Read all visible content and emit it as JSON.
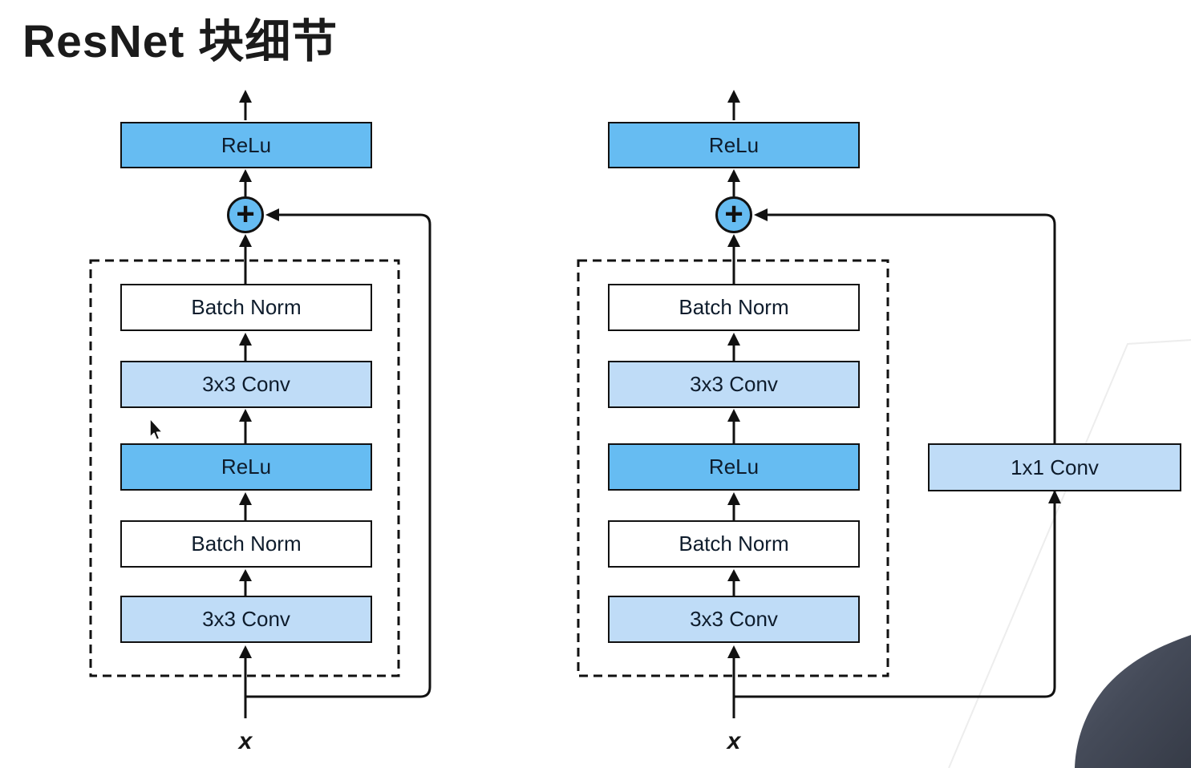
{
  "title": "ResNet 块细节",
  "left_block": {
    "output_activation": "ReLu",
    "add_operator": "+",
    "layers": [
      "Batch Norm",
      "3x3 Conv",
      "ReLu",
      "Batch Norm",
      "3x3 Conv"
    ],
    "input_label": "x"
  },
  "right_block": {
    "output_activation": "ReLu",
    "add_operator": "+",
    "layers": [
      "Batch Norm",
      "3x3 Conv",
      "ReLu",
      "Batch Norm",
      "3x3 Conv"
    ],
    "shortcut_layer": "1x1 Conv",
    "input_label": "x"
  },
  "colors": {
    "act": "#66BCF2",
    "light": "#BFDCF7",
    "bn": "#FFFFFF",
    "outline": "#111111"
  }
}
